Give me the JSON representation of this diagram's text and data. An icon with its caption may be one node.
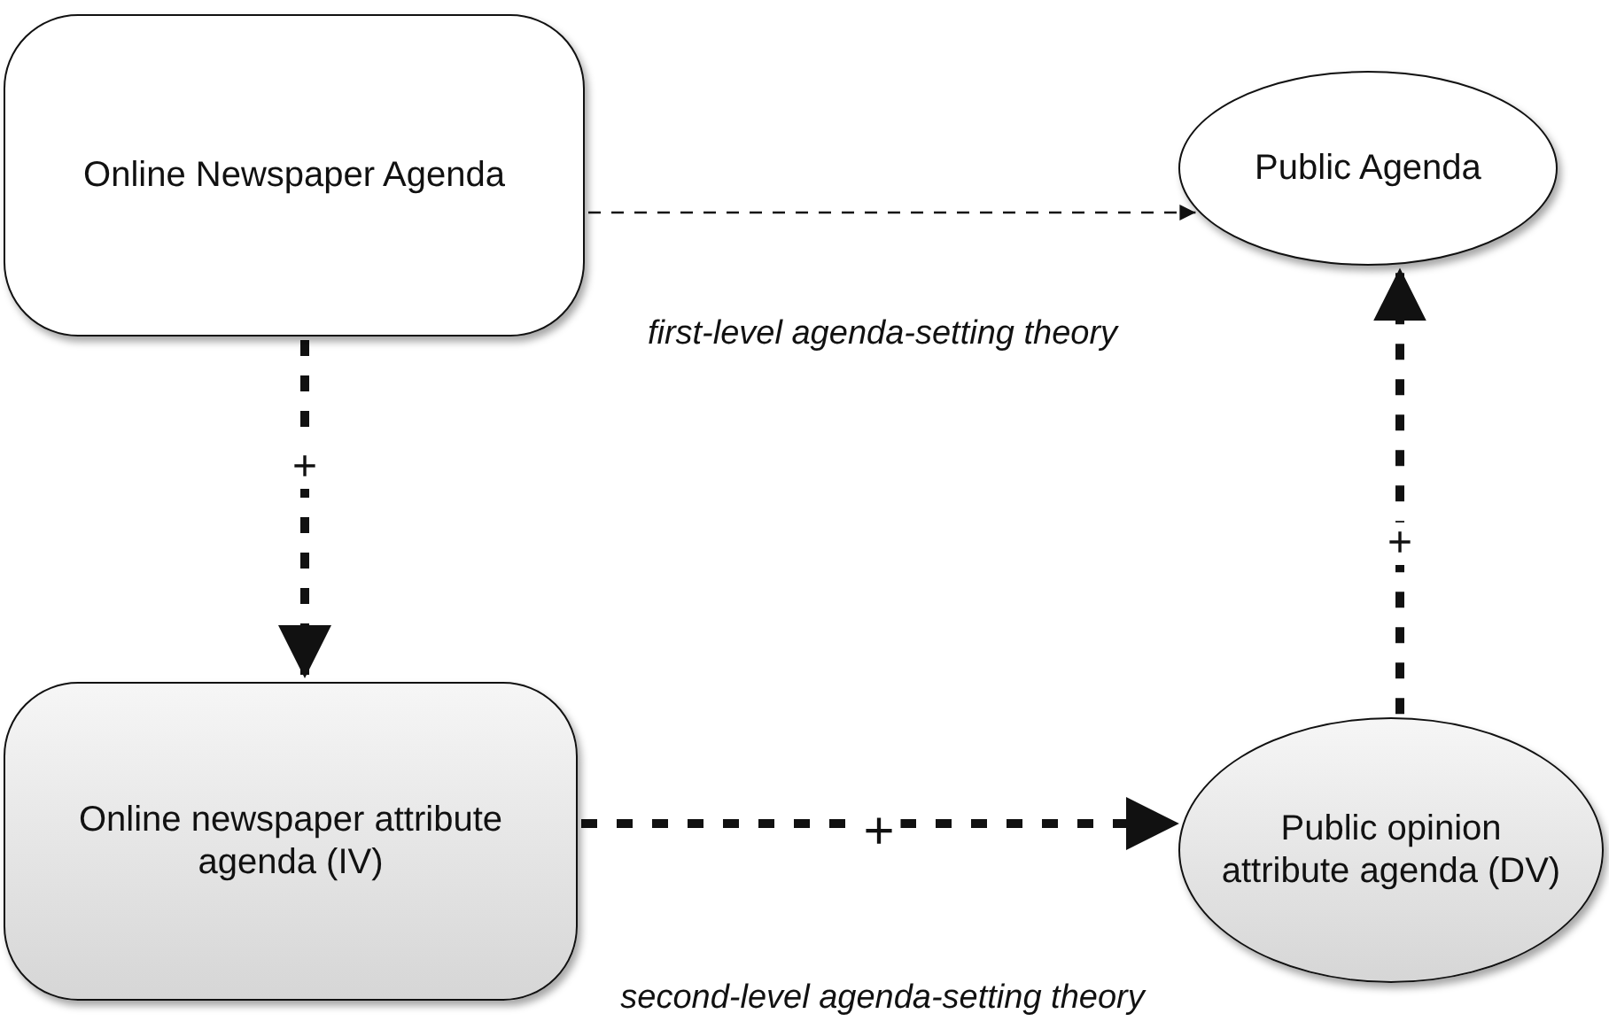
{
  "diagram": {
    "nodes": [
      {
        "text": [
          "Online Newspaper Agenda"
        ]
      },
      {
        "text": [
          "Public Agenda"
        ]
      },
      {
        "text": [
          "Online newspaper attribute agenda (IV)"
        ]
      },
      {
        "text": [
          "Public opinion attribute agenda (DV)"
        ]
      }
    ],
    "edges": [
      {
        "from": 0,
        "to": 1,
        "arrow": "to",
        "style": "dashed"
      },
      {
        "from": 0,
        "to": 2,
        "arrow": "to",
        "style": "dashed",
        "label": "+"
      },
      {
        "from": 2,
        "to": 3,
        "arrow": "to",
        "style": "dashed",
        "label": "+"
      },
      {
        "from": 3,
        "to": 1,
        "arrow": "to",
        "style": "dashed",
        "label": "+"
      }
    ],
    "labels": [
      "first-level agenda-setting theory",
      "second-level agenda-setting theory"
    ]
  }
}
